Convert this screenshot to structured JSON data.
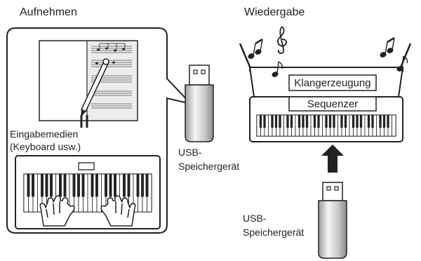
{
  "recording": {
    "heading": "Aufnehmen",
    "input_label_line1": "Eingabemedien",
    "input_label_line2": "(Keyboard usw.)",
    "usb_label_line1": "USB-",
    "usb_label_line2": "Speichergerät"
  },
  "playback": {
    "heading": "Wiedergabe",
    "tone_generator_label": "Klangerzeugung",
    "sequencer_label": "Sequenzer",
    "usb_label_line1": "USB-",
    "usb_label_line2": "Speichergerät"
  },
  "icons": [
    "music-note-icon",
    "treble-clef-icon",
    "hand-icon",
    "usb-stick-icon",
    "arrow-up-icon",
    "pen-icon"
  ],
  "colors": {
    "stroke": "#222222",
    "usb_body": "#bfbfbf",
    "usb_highlight": "#f2f2f2",
    "score_shading": "#d0d0d0"
  }
}
